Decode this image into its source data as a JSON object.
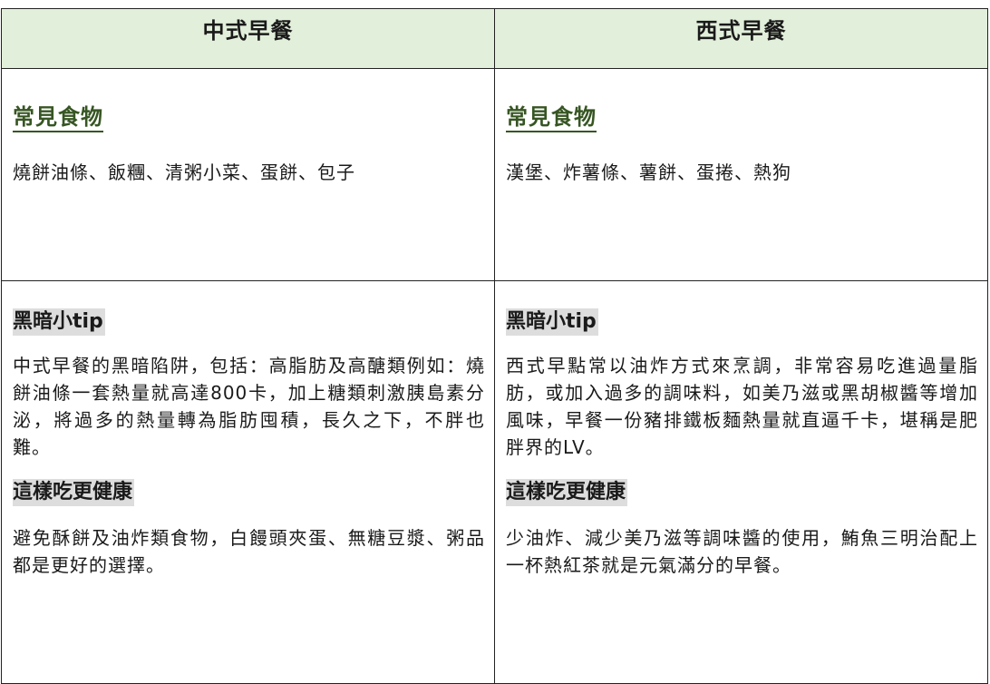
{
  "columns": [
    {
      "header": "中式早餐",
      "foods_heading": "常見食物",
      "foods_text": "燒餅油條、飯糰、清粥小菜、蛋餅、包子",
      "tip_heading": "黑暗小tip",
      "tip_text": "中式早餐的黑暗陷阱，包括：高脂肪及高醣類例如：燒餅油條一套熱量就高達800卡，加上糖類刺激胰島素分泌，將過多的熱量轉為脂肪囤積，長久之下，不胖也難。",
      "health_heading": "這樣吃更健康",
      "health_text": "避免酥餅及油炸類食物，白饅頭夾蛋、無糖豆漿、粥品都是更好的選擇。"
    },
    {
      "header": "西式早餐",
      "foods_heading": "常見食物",
      "foods_text": "漢堡、炸薯條、薯餅、蛋捲、熱狗",
      "tip_heading": "黑暗小tip",
      "tip_text": "西式早點常以油炸方式來烹調，非常容易吃進過量脂肪，或加入過多的調味料，如美乃滋或黑胡椒醬等增加風味，早餐一份豬排鐵板麵熱量就直逼千卡，堪稱是肥胖界的LV。",
      "health_heading": "這樣吃更健康",
      "health_text": "少油炸、減少美乃滋等調味醬的使用，鮪魚三明治配上一杯熱紅茶就是元氣滿分的早餐。"
    }
  ],
  "colors": {
    "header_bg": "#e2efda",
    "foods_heading": "#375623",
    "tip_highlight": "#dddddd",
    "border": "#222222"
  }
}
